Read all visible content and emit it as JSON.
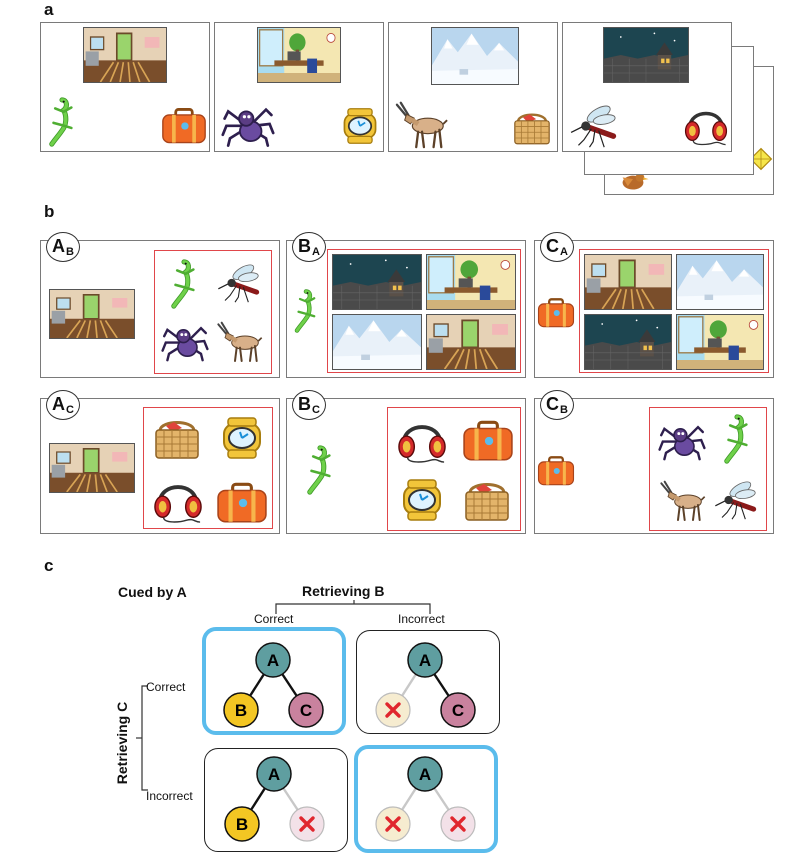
{
  "panels": {
    "a": "a",
    "b": "b",
    "c": "c"
  },
  "colors": {
    "lizard": "#5cbf3a",
    "suitcase": "#f06a25",
    "spider": "#5b3d84",
    "watch": "#f2c53a",
    "antelope": "#c59a6e",
    "basket": "#d9a85a",
    "mosquito": "#4a4a4a",
    "headphones": "#d42a2a",
    "highlight": "#5bbcec",
    "nodeA": "#5f9ea0",
    "nodeB": "#f3c623",
    "nodeC": "#c9829e",
    "cross": "#e0262e",
    "fadedB": "#f6ecd0",
    "fadedC": "#f3e1e8"
  },
  "icons": {
    "a_cards": [
      [
        "room-scene",
        "lizard-icon",
        "suitcase-icon"
      ],
      [
        "office-scene",
        "spider-icon",
        "watch-icon"
      ],
      [
        "snow-scene",
        "antelope-icon",
        "basket-icon"
      ],
      [
        "night-town-scene",
        "mosquito-icon",
        "headphones-icon"
      ]
    ]
  },
  "b_panels": {
    "ab": {
      "letter": "A",
      "sub": "B"
    },
    "ba": {
      "letter": "B",
      "sub": "A"
    },
    "ca": {
      "letter": "C",
      "sub": "A"
    },
    "ac": {
      "letter": "A",
      "sub": "C"
    },
    "bc": {
      "letter": "B",
      "sub": "C"
    },
    "cb": {
      "letter": "C",
      "sub": "B"
    }
  },
  "c": {
    "cued_by": "Cued by A",
    "retrieving_b": "Retrieving B",
    "retrieving_c": "Retrieving C",
    "correct": "Correct",
    "incorrect": "Incorrect",
    "node_a": "A",
    "node_b": "B",
    "node_c": "C"
  }
}
